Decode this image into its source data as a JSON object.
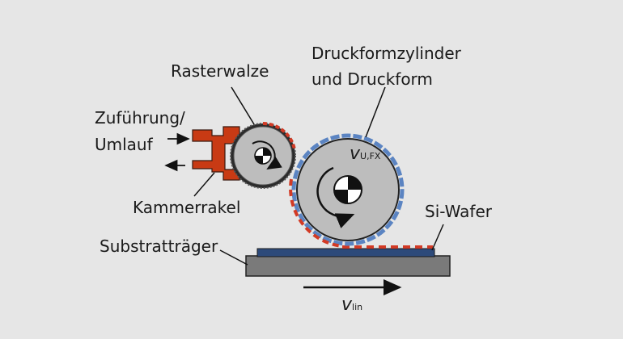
{
  "labels": {
    "anilox": "Rasterwalze",
    "cylinder_line1": "Druckformzylinder",
    "cylinder_line2": "und Druckform",
    "supply_line1": "Zuführung/",
    "supply_line2": "Umlauf",
    "chamber": "Kammerrakel",
    "wafer": "Si-Wafer",
    "carrier": "Substratträger"
  },
  "symbols": {
    "v_cylinder": "v",
    "v_cylinder_sub": "U,FX",
    "v_linear": "v",
    "v_linear_sub": "lin"
  },
  "colors": {
    "background": "#e6e6e6",
    "roller_fill": "#bdbdbd",
    "doctor_blade": "#c83a14",
    "ink": "#d23a25",
    "printing_form": "#5b84c2",
    "wafer": "#2d4a7a",
    "carrier": "#7a7a7a"
  }
}
